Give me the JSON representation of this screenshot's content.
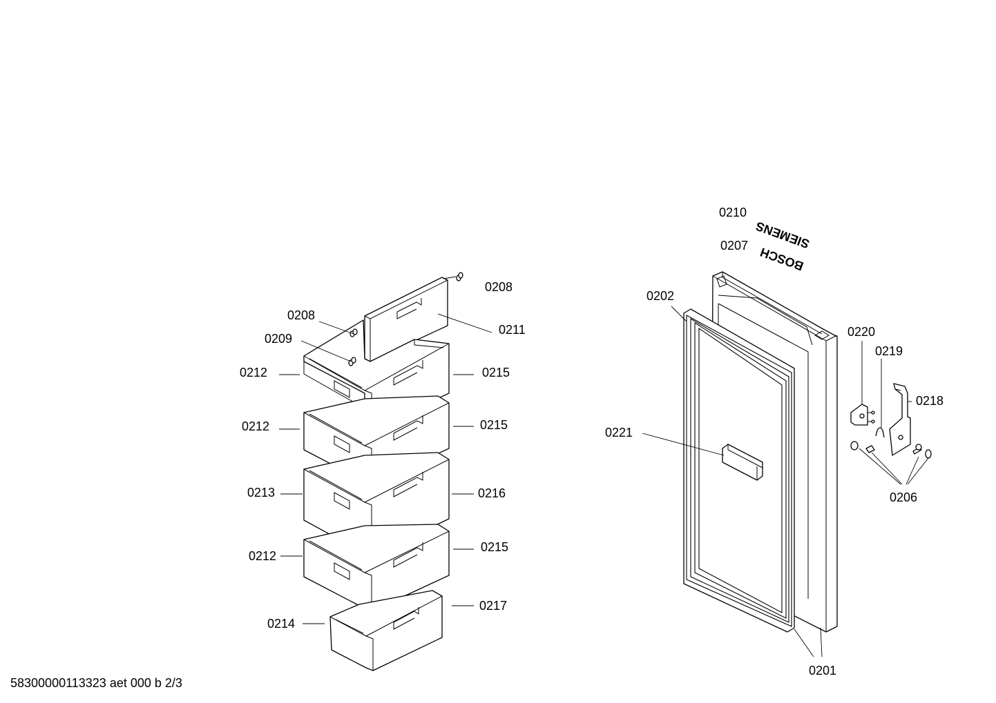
{
  "footer": {
    "document_code": "58300000113323 aet 000 b 2/3"
  },
  "brands": {
    "siemens": "SIEMENS",
    "bosch": "BOSCH"
  },
  "callouts": {
    "c0201": "0201",
    "c0202": "0202",
    "c0206": "0206",
    "c0207": "0207",
    "c0208a": "0208",
    "c0208b": "0208",
    "c0209": "0209",
    "c0210": "0210",
    "c0211": "0211",
    "c0212a": "0212",
    "c0212b": "0212",
    "c0212c": "0212",
    "c0213": "0213",
    "c0214": "0214",
    "c0215a": "0215",
    "c0215b": "0215",
    "c0215c": "0215",
    "c0216": "0216",
    "c0217": "0217",
    "c0218": "0218",
    "c0219": "0219",
    "c0220": "0220",
    "c0221": "0221"
  }
}
